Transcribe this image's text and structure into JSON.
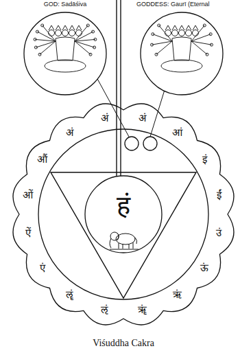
{
  "diagram": {
    "caption": "Viśuddha Cakra",
    "nodes": [
      {
        "text": [
          "GOD: Sadāśiva"
        ]
      },
      {
        "text": [
          "GODDESS: Gaurī (Eternal"
        ]
      }
    ],
    "labels": [
      "अं",
      "अं",
      "अं",
      "आं",
      "इं",
      "ईं",
      "उं",
      "ऊं",
      "ऋं",
      "ॠं",
      "ऌं",
      "ॡं",
      "एं",
      "ऐं",
      "ओं",
      "औं",
      "हं"
    ]
  }
}
